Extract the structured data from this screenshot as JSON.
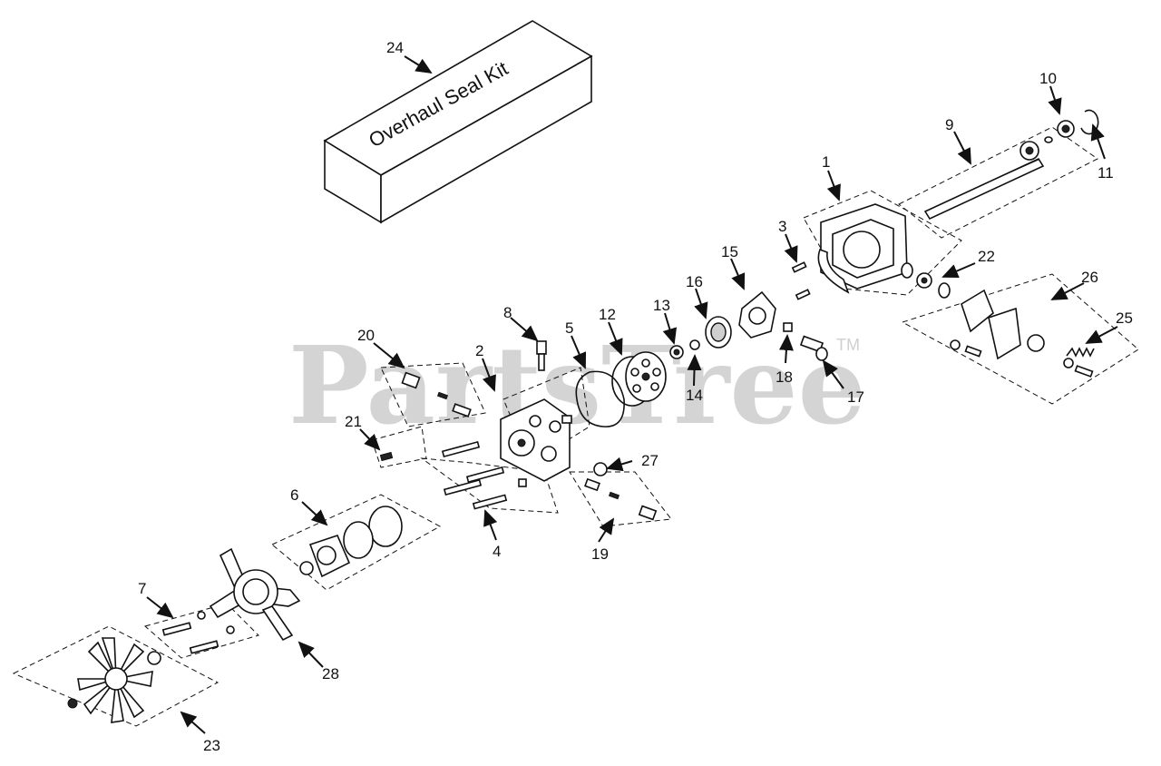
{
  "watermark": {
    "text": "PartsTree",
    "trademark": "TM"
  },
  "kit_box_label": "Overhaul Seal Kit",
  "callouts": [
    "1",
    "2",
    "3",
    "4",
    "5",
    "6",
    "7",
    "8",
    "9",
    "10",
    "11",
    "12",
    "13",
    "14",
    "15",
    "16",
    "17",
    "18",
    "19",
    "20",
    "21",
    "22",
    "23",
    "24",
    "25",
    "26",
    "27",
    "28"
  ]
}
